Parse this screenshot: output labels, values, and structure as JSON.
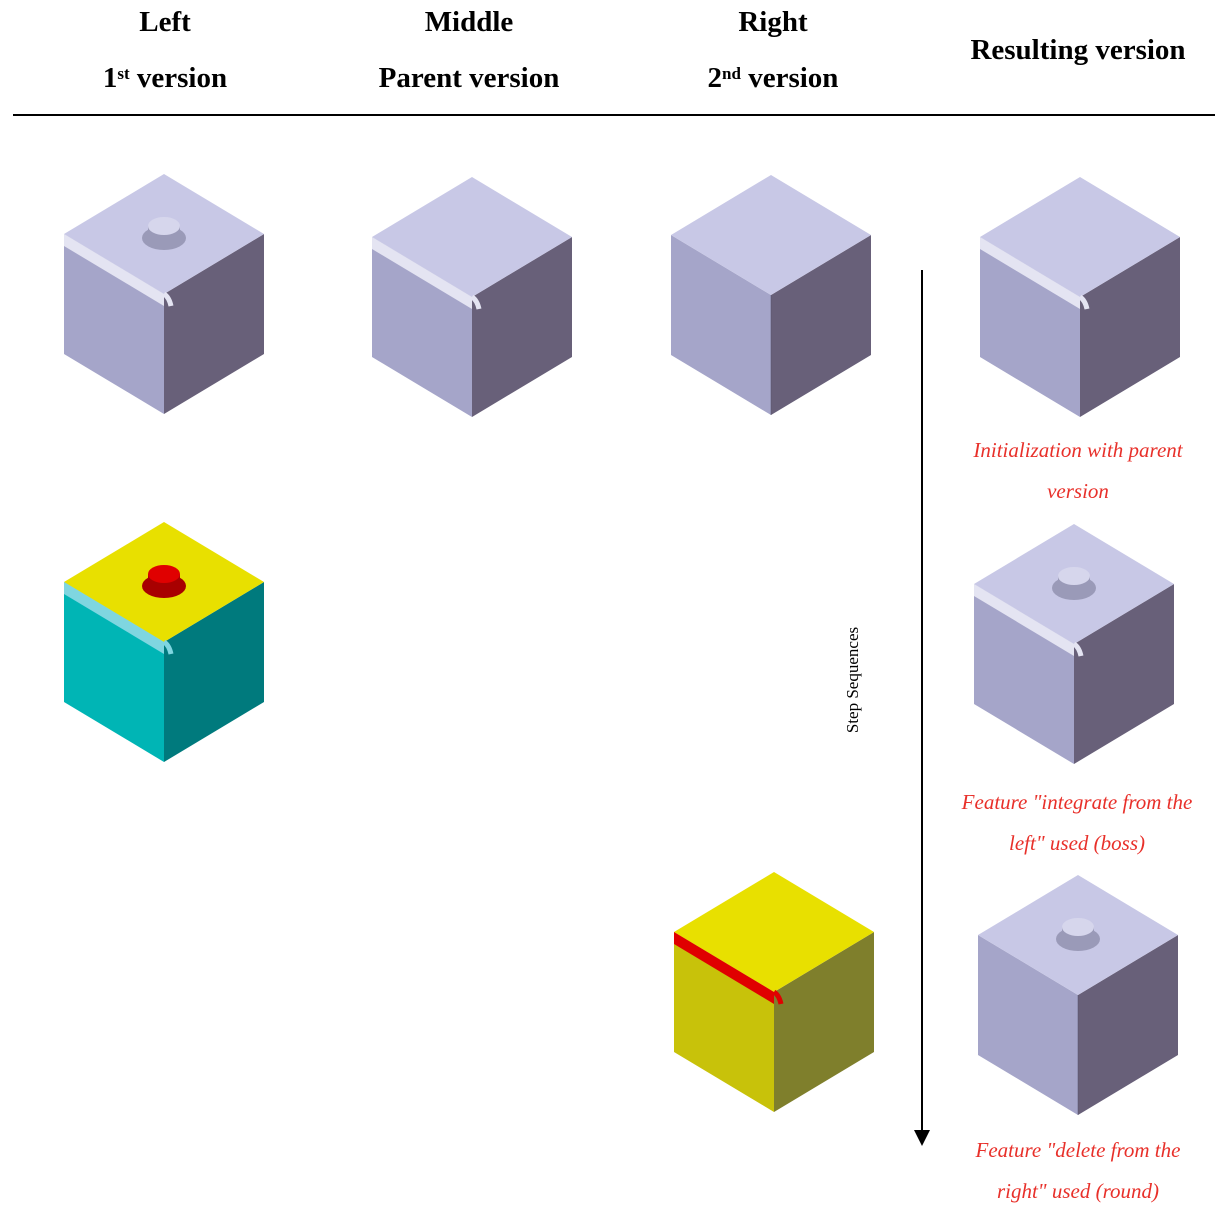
{
  "headers": {
    "left": {
      "line1": "Left",
      "line2_num": "1",
      "line2_sup": "st",
      "line2_text": " version"
    },
    "middle": {
      "line1": "Middle",
      "line2": "Parent version"
    },
    "right": {
      "line1": "Right",
      "line2_num": "2",
      "line2_sup": "nd",
      "line2_text": " version"
    },
    "result": {
      "line1": "Resulting version"
    }
  },
  "captions": [
    {
      "line1": "Initialization with parent",
      "line2": "version"
    },
    {
      "line1": "Feature \"integrate from the",
      "line2": "left\" used (boss)"
    },
    {
      "line1": "Feature \"delete from the",
      "line2": "right\" used (round)"
    }
  ],
  "arrow_label": "Step Sequences",
  "colors": {
    "grey_top": "#c8c8e6",
    "grey_left": "#a5a5c9",
    "grey_right": "#686079",
    "teal_left": "#00b5b5",
    "teal_right": "#007a7d",
    "teal_round": "#7fd6e0",
    "yellow_top": "#e8e000",
    "yellow_left": "#c8c20a",
    "yellow_right": "#7f7f2c",
    "red": "#e00000",
    "caption": "#e8302a"
  }
}
